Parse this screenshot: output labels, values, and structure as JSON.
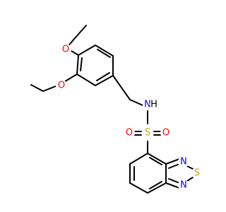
{
  "molecule": {
    "atoms": {
      "o_ethoxy_top": "O",
      "o_ethoxy_mid": "O",
      "n_amine": "N",
      "h_amine": "H",
      "s_sulfonyl": "S",
      "o_sulfonyl_left": "O",
      "o_sulfonyl_right": "O",
      "n_thiadiazole_top": "N",
      "s_thiadiazole": "S",
      "n_thiadiazole_bottom": "N"
    },
    "colors": {
      "bond": "#000000",
      "oxygen": "#ff0000",
      "nitrogen": "#0000ff",
      "sulfur": "#c8a400",
      "hydrogen": "#000000"
    }
  }
}
